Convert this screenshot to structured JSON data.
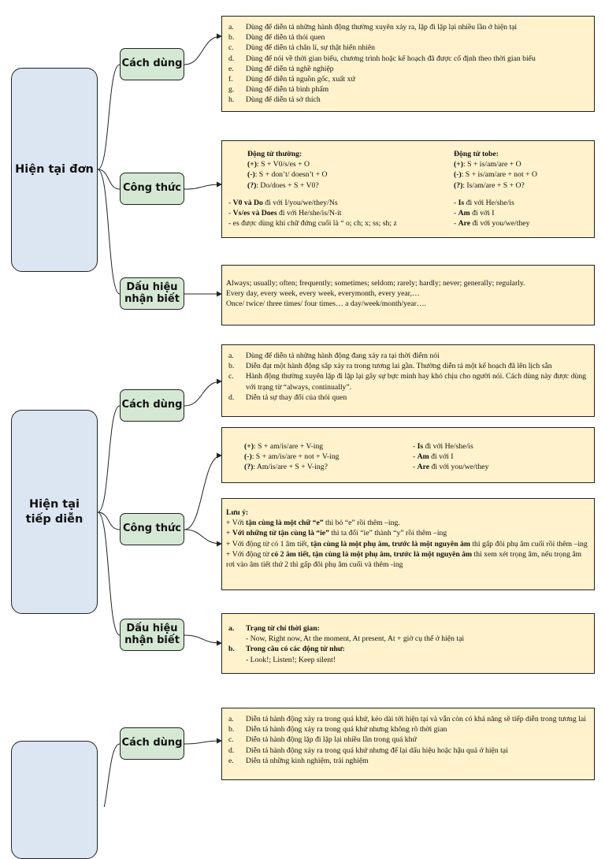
{
  "sections": [
    {
      "tense": "Hiện tại đơn",
      "usage": {
        "label": "Cách dùng",
        "items": [
          {
            "marker": "a.",
            "text": "Dùng để diễn tả những hành động thường xuyên xảy ra, lặp đi lặp lại nhiều lần ở hiện tại"
          },
          {
            "marker": "b.",
            "text": "Dùng để diễn tả thói quen"
          },
          {
            "marker": "c.",
            "text": "Dùng để diễn tả chân lí, sự thật hiển nhiên"
          },
          {
            "marker": "d.",
            "text": "Dùng để nói về thời gian biểu, chương trình hoặc kế hoạch đã được cố định theo thời gian biểu"
          },
          {
            "marker": "e.",
            "text": "Dùng để diễn tả nghề nghiệp"
          },
          {
            "marker": "f.",
            "text": "Dùng để diễn tả nguồn gốc, xuất xứ"
          },
          {
            "marker": "g.",
            "text": "Dùng để diễn tả bình phẩm"
          },
          {
            "marker": "h.",
            "text": "Dùng để diễn tả sở thích"
          }
        ]
      },
      "formula": {
        "label": "Công thức",
        "left_title": "Động từ thường:",
        "left_lines": [
          {
            "sym": "(+)",
            "text": ": S + V0/s/es + O"
          },
          {
            "sym": "(-)",
            "text": ": S + don’t/ doesn’t + O"
          },
          {
            "sym": "(?)",
            "text": ": Do/does + S + V0?"
          }
        ],
        "left_notes": [
          {
            "prefix": "- ",
            "bold": "V0 và Do",
            "text": " đi với I/you/we/they/Ns"
          },
          {
            "prefix": "- ",
            "bold": "Vs/es và Does",
            "text": " đi với He/she/is/N-ít"
          },
          {
            "prefix": "- ",
            "bold": "",
            "text": "es được dùng khi chữ đứng cuối là “ o; ch; x; ss; sh; z"
          }
        ],
        "right_title": "Động từ tobe:",
        "right_lines": [
          {
            "sym": "(+)",
            "text": ": S + is/am/are + O"
          },
          {
            "sym": "(-)",
            "text": ": S + is/am/are + not + O"
          },
          {
            "sym": "(?)",
            "text": ": Is/am/are + S + O?"
          }
        ],
        "right_notes": [
          {
            "prefix": "- ",
            "bold": "Is",
            "text": " đi với He/she/is"
          },
          {
            "prefix": "- ",
            "bold": "Am",
            "text": " đi với I"
          },
          {
            "prefix": "- ",
            "bold": "Are",
            "text": " đi với you/we/they"
          }
        ]
      },
      "signals": {
        "label": "Dấu hiệu nhận biết",
        "lines": [
          "Always; usually; often; frequently; sometimes; seldom; rarely; hardly; never; generally; regularly.",
          "Every day, every week, every week, everymonth, every year,…",
          "Once/ twice/ three times/ four times… a day/week/month/year…."
        ]
      }
    },
    {
      "tense": "Hiện tại tiếp diễn",
      "usage": {
        "label": "Cách dùng",
        "items": [
          {
            "marker": "a.",
            "text": "Dùng để diễn tả những hành động đang xảy ra tại thời điểm nói"
          },
          {
            "marker": "b.",
            "text": "Diễn đạt một hành động sắp xảy ra trong tương lai gần. Thường diễn tả một kế hoạch đã lên lịch sẵn"
          },
          {
            "marker": "c.",
            "text": "Hành động thường xuyên lặp đi lặp lại gây sự bực mình hay khó chịu cho người nói. Cách dùng này được dùng với trạng từ “always, continually”."
          },
          {
            "marker": "d.",
            "text": "Diễn tả sự thay đổi của thói quen"
          }
        ]
      },
      "formula": {
        "label": "Công thức",
        "lines": [
          {
            "sym": "(+)",
            "text": ": S + am/is/are + V-ing"
          },
          {
            "sym": "(-)",
            "text": ": S + am/is/are + not + V-ing"
          },
          {
            "sym": "(?)",
            "text": ": Am/is/are + S + V-ing?"
          }
        ],
        "notes": [
          {
            "prefix": "- ",
            "bold": "Is",
            "text": " đi với He/she/is"
          },
          {
            "prefix": "- ",
            "bold": "Am",
            "text": " đi với I"
          },
          {
            "prefix": "- ",
            "bold": "Are",
            "text": " đi với you/we/they"
          }
        ]
      },
      "note": {
        "title": "Lưu ý:",
        "lines": [
          [
            {
              "t": "+ Với  "
            },
            {
              "t": "tận cùng là một chữ “e”",
              "b": true
            },
            {
              "t": " thì bỏ “e” rồi thêm –ing."
            }
          ],
          [
            {
              "t": "+ "
            },
            {
              "t": "Với những từ tận cùng là “ie”",
              "b": true
            },
            {
              "t": " thì ta đổi “ie” thành “y” rồi thêm –ing"
            }
          ],
          [
            {
              "t": "+ Với động từ có 1 âm tiết, "
            },
            {
              "t": "tận cùng là một phụ âm, trước là một nguyên âm",
              "b": true
            },
            {
              "t": " thì gấp đôi phụ âm cuối rồi thêm –ing"
            }
          ],
          [
            {
              "t": "+ Với động từ "
            },
            {
              "t": "có 2 âm tiết, tận cùng là một phụ âm, trước là một nguyên âm",
              "b": true
            },
            {
              "t": " thì xem xét trọng âm, nếu trọng âm rơi vào âm tiết thứ 2 thì gấp đôi phụ âm cuối và thêm  -ing"
            }
          ]
        ]
      },
      "signals": {
        "label": "Dấu hiệu nhận biết",
        "groups": [
          {
            "marker": "a.",
            "title": "Trạng từ chỉ thời gian:",
            "text": "- Now, Right now, At the moment, At present, At + giờ cụ thể ở hiện tại"
          },
          {
            "marker": "b.",
            "title": "Trong câu có các động từ như:",
            "text": "- Look!; Listen!; Keep silent!"
          }
        ]
      }
    },
    {
      "tense": "",
      "usage": {
        "label": "Cách dùng",
        "items": [
          {
            "marker": "a.",
            "text": "Diễn tả hành động xảy ra trong quá khứ, kéo dài tới hiện tại và vẫn còn có khả năng sẽ tiếp diễn trong tương lai"
          },
          {
            "marker": "b.",
            "text": "Diễn tả hành động xảy ra trong quá khứ nhưng không rõ thời gian"
          },
          {
            "marker": "c.",
            "text": "Diễn tả hành động lặp đi lặp lại nhiều lần trong quá khứ"
          },
          {
            "marker": "d.",
            "text": "Diễn tả hành động xảy ra trong quá khứ nhưng để lại dấu hiệu hoặc hậu quả ở hiện tại"
          },
          {
            "marker": "e.",
            "text": "Diễn tả những kinh nghiệm, trải nghiệm"
          }
        ]
      }
    }
  ]
}
